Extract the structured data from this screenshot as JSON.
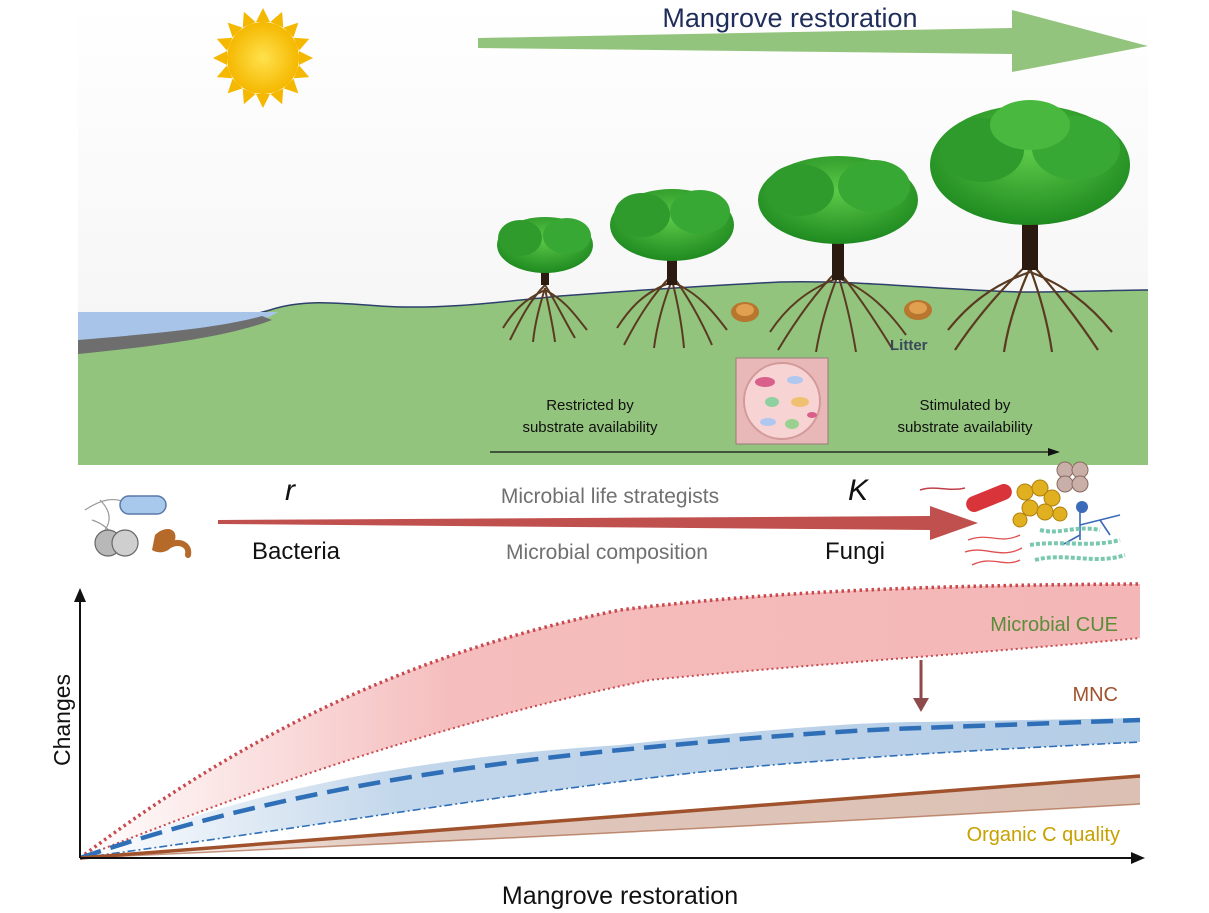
{
  "top_panel": {
    "title": "Mangrove restoration",
    "litter_label": "Litter",
    "restricted_label_line1": "Restricted by",
    "restricted_label_line2": "substrate availability",
    "stimulated_label_line1": "Stimulated by",
    "stimulated_label_line2": "substrate availability"
  },
  "strategy_band": {
    "r_label": "r",
    "k_label": "K",
    "life_strategists_label": "Microbial life strategists",
    "composition_label": "Microbial composition",
    "bacteria_label": "Bacteria",
    "fungi_label": "Fungi"
  },
  "chart": {
    "y_axis_label": "Changes",
    "x_axis_label": "Mangrove restoration",
    "series": [
      {
        "name": "Microbial CUE",
        "color": "#5b8c3a"
      },
      {
        "name": "MNC",
        "color": "#a0522d"
      },
      {
        "name": "Organic C quality",
        "color": "#c8a000"
      }
    ]
  },
  "colors": {
    "sky": "#ffffff",
    "ground": "#93c47d",
    "water": "#a8c4e8",
    "arrow_green": "#93c47d",
    "arrow_red": "#c0504d",
    "cue_band": "#f4b6b6",
    "mnc_band": "#b4cde6",
    "oc_band": "#dcc0b4",
    "title_navy": "#1f2d5a"
  }
}
